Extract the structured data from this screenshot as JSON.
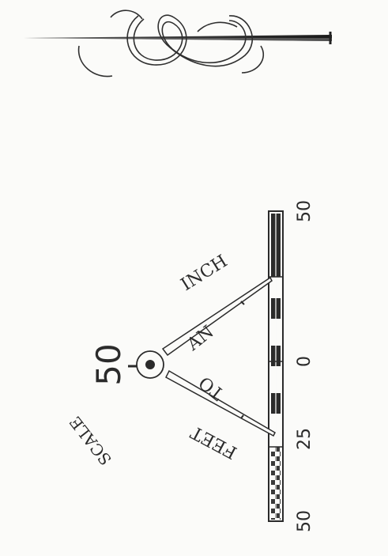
{
  "scale": {
    "word": "SCALE",
    "number": "50",
    "caption_words": [
      "FEET",
      "TO",
      "AN",
      "INCH"
    ],
    "bar_ticks": [
      "50",
      "25",
      "0",
      "50"
    ]
  },
  "colors": {
    "paper": "#fbfbf9",
    "ink": "#2b2b2b"
  },
  "icons": [
    "dividers-icon",
    "north-arrow-icon",
    "ribbon-flourish-icon"
  ]
}
